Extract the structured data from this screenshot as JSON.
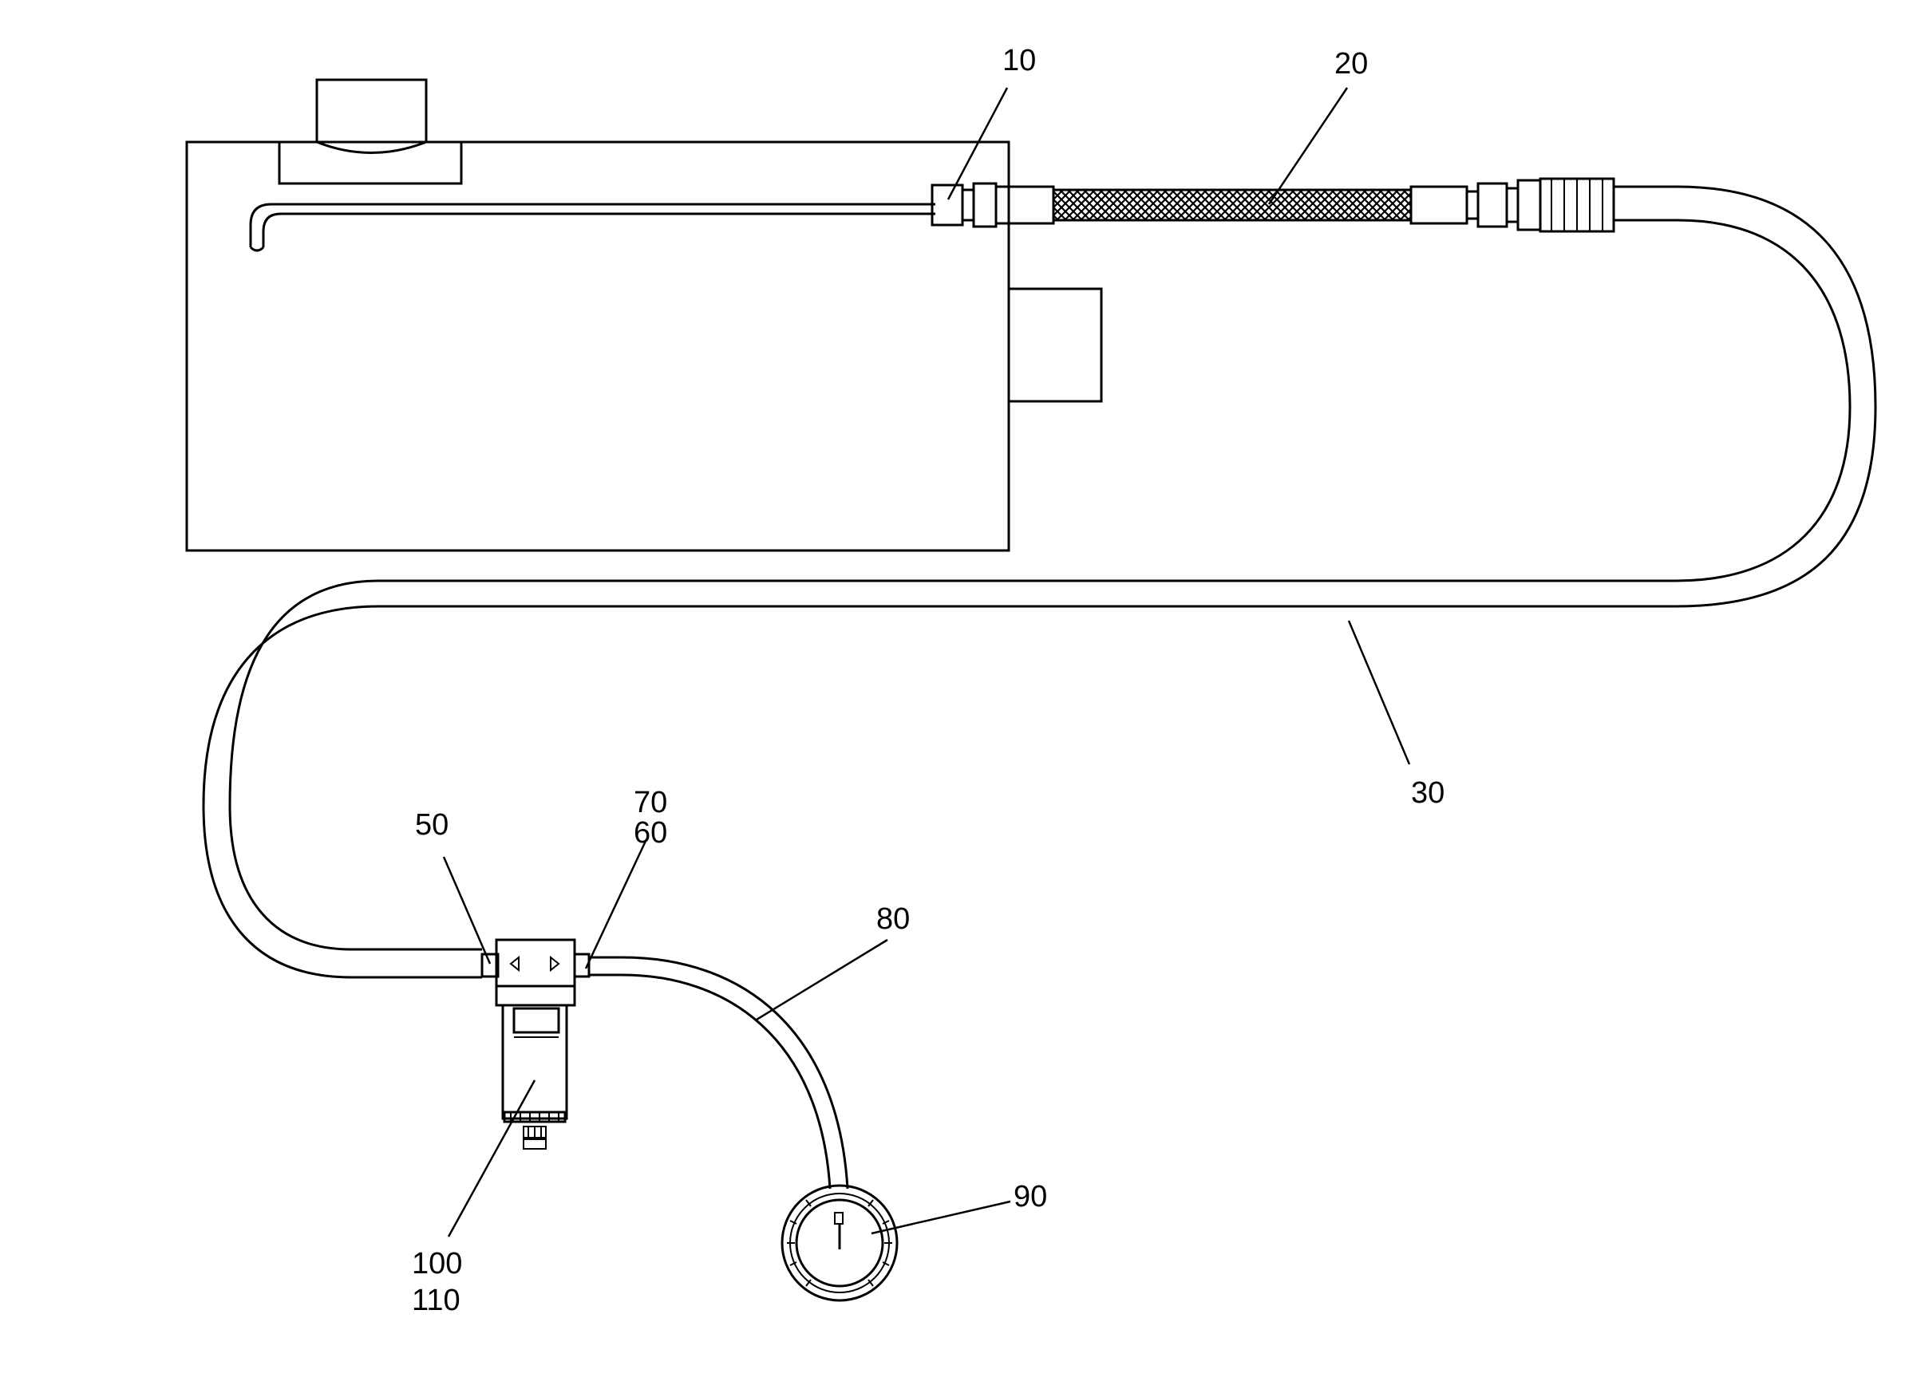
{
  "labels": {
    "l10": "10",
    "l20": "20",
    "l30": "30",
    "l50": "50",
    "l60": "60",
    "l70": "70",
    "l80": "80",
    "l90": "90",
    "l100": "100",
    "l110": "110"
  },
  "colors": {
    "line": "#000000",
    "background": "#ffffff"
  }
}
